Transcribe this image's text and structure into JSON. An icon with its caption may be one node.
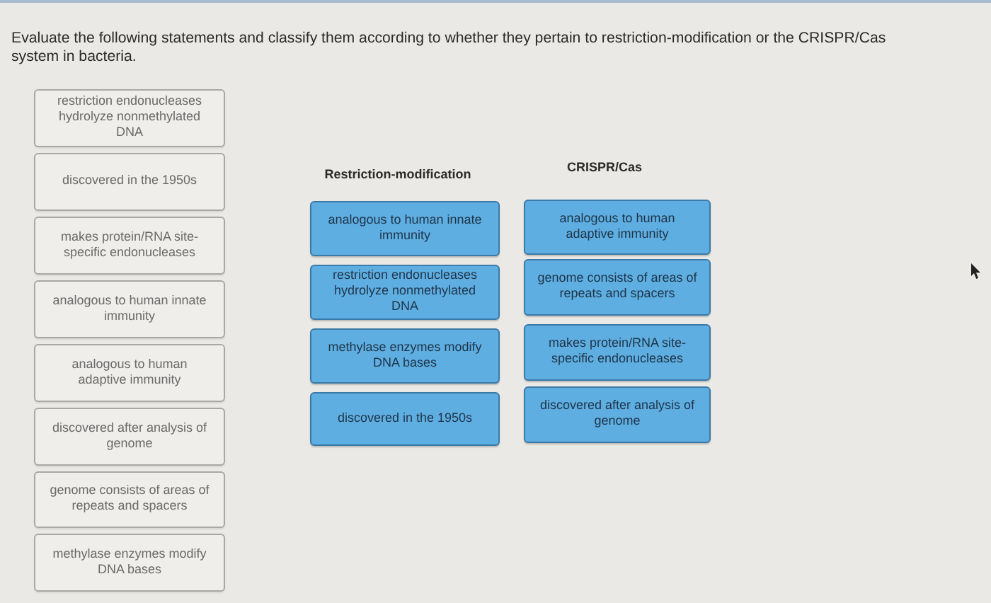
{
  "diagram": {
    "title": "Evaluate the following statements and classify them according to whether they pertain to restriction-modification or the CRISPR/Cas system in bacteria.",
    "nodes": [
      {
        "text": [
          "restriction endonucleases hydrolyze nonmethylated DNA"
        ]
      },
      {
        "text": [
          "discovered in the 1950s"
        ]
      },
      {
        "text": [
          "makes protein/RNA site-specific endonucleases"
        ]
      },
      {
        "text": [
          "analogous to human innate immunity"
        ]
      },
      {
        "text": [
          "analogous to human adaptive immunity"
        ]
      },
      {
        "text": [
          "discovered after analysis of genome"
        ]
      },
      {
        "text": [
          "genome consists of areas of repeats and spacers"
        ]
      },
      {
        "text": [
          "methylase enzymes modify DNA bases"
        ]
      },
      {
        "text": [
          "analogous to human innate immunity"
        ]
      },
      {
        "text": [
          "analogous to human adaptive immunity"
        ]
      },
      {
        "text": [
          "restriction endonucleases hydrolyze nonmethylated DNA"
        ]
      },
      {
        "text": [
          "genome consists of areas of repeats and spacers"
        ]
      },
      {
        "text": [
          "methylase enzymes modify DNA bases"
        ]
      },
      {
        "text": [
          "makes protein/RNA site-specific endonucleases"
        ]
      },
      {
        "text": [
          "discovered in the 1950s"
        ]
      },
      {
        "text": [
          "discovered after analysis of genome"
        ]
      }
    ],
    "labels": [
      "Restriction-modification",
      "CRISPR/Cas"
    ]
  }
}
